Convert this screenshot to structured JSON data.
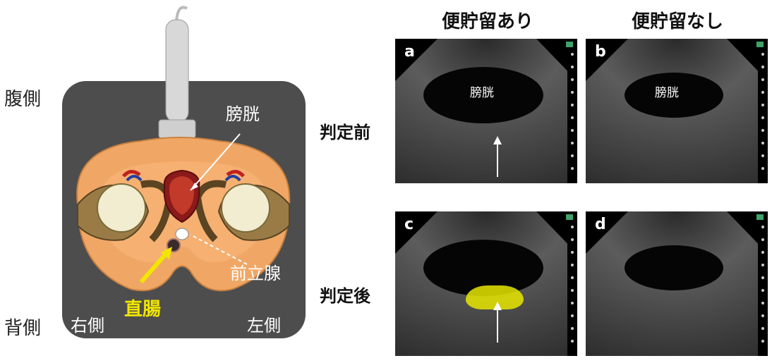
{
  "diagram": {
    "side_labels": {
      "ventral": "腹側",
      "dorsal": "背側"
    },
    "inner_labels": {
      "right": "右側",
      "left": "左側",
      "bladder": "膀胱",
      "prostate": "前立腺",
      "rectum": "直腸"
    },
    "colors": {
      "rectum_label": "#f2e600",
      "background": "#4d4d4d",
      "body": "#f0a766"
    }
  },
  "figure": {
    "column_headers": [
      "便貯留あり",
      "便貯留なし"
    ],
    "row_headers": [
      "判定前",
      "判定後"
    ],
    "panels": [
      {
        "letter": "a",
        "organ_label": "膀胱",
        "arrow": true,
        "highlight": false
      },
      {
        "letter": "b",
        "organ_label": "膀胱",
        "arrow": false,
        "highlight": false
      },
      {
        "letter": "c",
        "organ_label": "",
        "arrow": true,
        "highlight": true
      },
      {
        "letter": "d",
        "organ_label": "",
        "arrow": false,
        "highlight": false
      }
    ],
    "highlight_color": "#e6e600"
  }
}
